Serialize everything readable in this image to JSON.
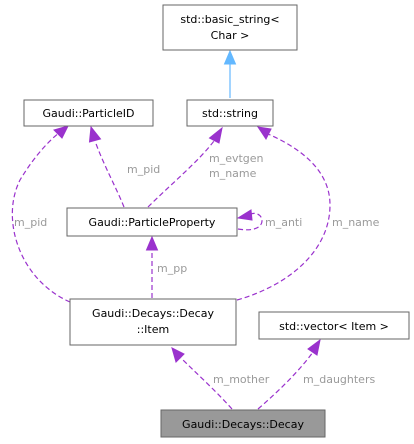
{
  "nodes": {
    "basic_string": {
      "line1": "std::basic_string<",
      "line2": "Char >"
    },
    "particle_id": {
      "label": "Gaudi::ParticleID"
    },
    "std_string": {
      "label": "std::string"
    },
    "particle_property": {
      "label": "Gaudi::ParticleProperty"
    },
    "decay_item": {
      "line1": "Gaudi::Decays::Decay",
      "line2": "::Item"
    },
    "vector_item": {
      "label": "std::vector< Item >"
    },
    "decay": {
      "label": "Gaudi::Decays::Decay"
    }
  },
  "edges": {
    "m_pid_left": "m_pid",
    "m_pid_mid": "m_pid",
    "m_evtgen": "m_evtgen",
    "m_name_mid": "m_name",
    "m_anti": "m_anti",
    "m_name_right": "m_name",
    "m_pp": "m_pp",
    "m_mother": "m_mother",
    "m_daughters": "m_daughters"
  },
  "colors": {
    "member_edge": "#9a32cd",
    "inherit_edge": "#63b8ff",
    "highlight_node": "#999999",
    "edge_label": "#9a9a9a"
  }
}
